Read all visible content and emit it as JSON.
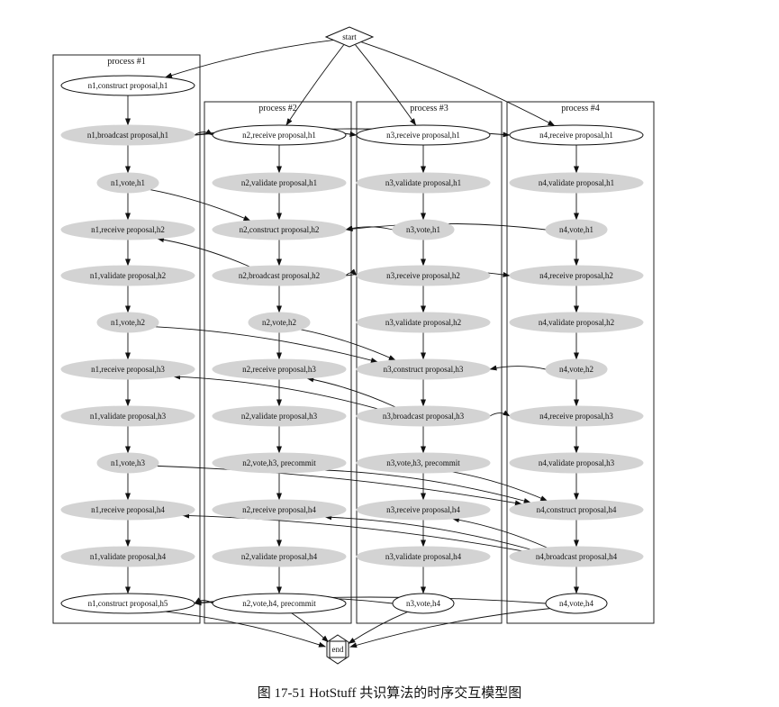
{
  "caption": "图 17-51    HotStuff 共识算法的时序交互模型图",
  "clusters": [
    {
      "id": "p1",
      "label": "process #1"
    },
    {
      "id": "p2",
      "label": "process #2"
    },
    {
      "id": "p3",
      "label": "process #3"
    },
    {
      "id": "p4",
      "label": "process #4"
    }
  ],
  "nodes": [
    {
      "id": "start",
      "label": "start",
      "shape": "diamond"
    },
    {
      "id": "end",
      "label": "end",
      "shape": "box"
    },
    {
      "id": "n1c1",
      "label": "n1,construct proposal,h1",
      "style": "outline"
    },
    {
      "id": "n1b1",
      "label": "n1,broadcast proposal,h1",
      "style": "filled"
    },
    {
      "id": "n1v1",
      "label": "n1,vote,h1",
      "style": "filled"
    },
    {
      "id": "n1r2",
      "label": "n1,receive proposal,h2",
      "style": "filled"
    },
    {
      "id": "n1val2",
      "label": "n1,validate proposal,h2",
      "style": "filled"
    },
    {
      "id": "n1v2",
      "label": "n1,vote,h2",
      "style": "filled"
    },
    {
      "id": "n1r3",
      "label": "n1,receive proposal,h3",
      "style": "filled"
    },
    {
      "id": "n1val3",
      "label": "n1,validate proposal,h3",
      "style": "filled"
    },
    {
      "id": "n1v3",
      "label": "n1,vote,h3",
      "style": "filled"
    },
    {
      "id": "n1r4",
      "label": "n1,receive proposal,h4",
      "style": "filled"
    },
    {
      "id": "n1val4",
      "label": "n1,validate proposal,h4",
      "style": "filled"
    },
    {
      "id": "n1c5",
      "label": "n1,construct proposal,h5",
      "style": "outline"
    },
    {
      "id": "n2r1",
      "label": "n2,receive proposal,h1",
      "style": "outline"
    },
    {
      "id": "n2val1",
      "label": "n2,validate proposal,h1",
      "style": "filled"
    },
    {
      "id": "n2c2",
      "label": "n2,construct proposal,h2",
      "style": "filled"
    },
    {
      "id": "n2b2",
      "label": "n2,broadcast proposal,h2",
      "style": "filled"
    },
    {
      "id": "n2v2",
      "label": "n2,vote,h2",
      "style": "filled"
    },
    {
      "id": "n2r3",
      "label": "n2,receive proposal,h3",
      "style": "filled"
    },
    {
      "id": "n2val3",
      "label": "n2,validate proposal,h3",
      "style": "filled"
    },
    {
      "id": "n2v3",
      "label": "n2,vote,h3, precommit",
      "style": "filled"
    },
    {
      "id": "n2r4",
      "label": "n2,receive proposal,h4",
      "style": "filled"
    },
    {
      "id": "n2val4",
      "label": "n2,validate proposal,h4",
      "style": "filled"
    },
    {
      "id": "n2v4",
      "label": "n2,vote,h4, precommit",
      "style": "outline"
    },
    {
      "id": "n3r1",
      "label": "n3,receive proposal,h1",
      "style": "outline"
    },
    {
      "id": "n3val1",
      "label": "n3,validate proposal,h1",
      "style": "filled"
    },
    {
      "id": "n3v1",
      "label": "n3,vote,h1",
      "style": "filled"
    },
    {
      "id": "n3r2",
      "label": "n3,receive proposal,h2",
      "style": "filled"
    },
    {
      "id": "n3val2",
      "label": "n3,validate proposal,h2",
      "style": "filled"
    },
    {
      "id": "n3c3",
      "label": "n3,construct proposal,h3",
      "style": "filled"
    },
    {
      "id": "n3b3",
      "label": "n3,broadcast proposal,h3",
      "style": "filled"
    },
    {
      "id": "n3v3",
      "label": "n3,vote,h3, precommit",
      "style": "filled"
    },
    {
      "id": "n3r4",
      "label": "n3,receive proposal,h4",
      "style": "filled"
    },
    {
      "id": "n3val4",
      "label": "n3,validate proposal,h4",
      "style": "filled"
    },
    {
      "id": "n3v4",
      "label": "n3,vote,h4",
      "style": "outline"
    },
    {
      "id": "n4r1",
      "label": "n4,receive proposal,h1",
      "style": "outline"
    },
    {
      "id": "n4val1",
      "label": "n4,validate proposal,h1",
      "style": "filled"
    },
    {
      "id": "n4v1",
      "label": "n4,vote,h1",
      "style": "filled"
    },
    {
      "id": "n4r2",
      "label": "n4,receive proposal,h2",
      "style": "filled"
    },
    {
      "id": "n4val2",
      "label": "n4,validate proposal,h2",
      "style": "filled"
    },
    {
      "id": "n4v2",
      "label": "n4,vote,h2",
      "style": "filled"
    },
    {
      "id": "n4r3",
      "label": "n4,receive proposal,h3",
      "style": "filled"
    },
    {
      "id": "n4val3",
      "label": "n4,validate proposal,h3",
      "style": "filled"
    },
    {
      "id": "n4c4",
      "label": "n4,construct proposal,h4",
      "style": "filled"
    },
    {
      "id": "n4b4",
      "label": "n4,broadcast proposal,h4",
      "style": "filled"
    },
    {
      "id": "n4v4",
      "label": "n4,vote,h4",
      "style": "outline"
    }
  ],
  "edges": [
    [
      "start",
      "n1c1"
    ],
    [
      "start",
      "n2r1"
    ],
    [
      "start",
      "n3r1"
    ],
    [
      "start",
      "n4r1"
    ],
    [
      "n1c1",
      "n1b1"
    ],
    [
      "n1b1",
      "n1v1"
    ],
    [
      "n1v1",
      "n1r2"
    ],
    [
      "n1r2",
      "n1val2"
    ],
    [
      "n1val2",
      "n1v2"
    ],
    [
      "n1v2",
      "n1r3"
    ],
    [
      "n1r3",
      "n1val3"
    ],
    [
      "n1val3",
      "n1v3"
    ],
    [
      "n1v3",
      "n1r4"
    ],
    [
      "n1r4",
      "n1val4"
    ],
    [
      "n1val4",
      "n1c5"
    ],
    [
      "n2r1",
      "n2val1"
    ],
    [
      "n2val1",
      "n2c2"
    ],
    [
      "n2c2",
      "n2b2"
    ],
    [
      "n2b2",
      "n2v2"
    ],
    [
      "n2v2",
      "n2r3"
    ],
    [
      "n2r3",
      "n2val3"
    ],
    [
      "n2val3",
      "n2v3"
    ],
    [
      "n2v3",
      "n2r4"
    ],
    [
      "n2r4",
      "n2val4"
    ],
    [
      "n2val4",
      "n2v4"
    ],
    [
      "n3r1",
      "n3val1"
    ],
    [
      "n3val1",
      "n3v1"
    ],
    [
      "n3v1",
      "n3r2"
    ],
    [
      "n3r2",
      "n3val2"
    ],
    [
      "n3val2",
      "n3c3"
    ],
    [
      "n3c3",
      "n3b3"
    ],
    [
      "n3b3",
      "n3v3"
    ],
    [
      "n3v3",
      "n3r4"
    ],
    [
      "n3r4",
      "n3val4"
    ],
    [
      "n3val4",
      "n3v4"
    ],
    [
      "n4r1",
      "n4val1"
    ],
    [
      "n4val1",
      "n4v1"
    ],
    [
      "n4v1",
      "n4r2"
    ],
    [
      "n4r2",
      "n4val2"
    ],
    [
      "n4val2",
      "n4v2"
    ],
    [
      "n4v2",
      "n4r3"
    ],
    [
      "n4r3",
      "n4val3"
    ],
    [
      "n4val3",
      "n4c4"
    ],
    [
      "n4c4",
      "n4b4"
    ],
    [
      "n4b4",
      "n4v4"
    ],
    [
      "n1b1",
      "n2r1"
    ],
    [
      "n1b1",
      "n3r1"
    ],
    [
      "n1b1",
      "n4r1"
    ],
    [
      "n1v1",
      "n2c2"
    ],
    [
      "n3v1",
      "n2c2"
    ],
    [
      "n4v1",
      "n2c2"
    ],
    [
      "n2b2",
      "n1r2"
    ],
    [
      "n2b2",
      "n3r2"
    ],
    [
      "n2b2",
      "n4r2"
    ],
    [
      "n1v2",
      "n3c3"
    ],
    [
      "n2v2",
      "n3c3"
    ],
    [
      "n4v2",
      "n3c3"
    ],
    [
      "n3b3",
      "n1r3"
    ],
    [
      "n3b3",
      "n2r3"
    ],
    [
      "n3b3",
      "n4r3"
    ],
    [
      "n1v3",
      "n4c4"
    ],
    [
      "n2v3",
      "n4c4"
    ],
    [
      "n3v3",
      "n4c4"
    ],
    [
      "n4b4",
      "n1r4"
    ],
    [
      "n4b4",
      "n2r4"
    ],
    [
      "n4b4",
      "n3r4"
    ],
    [
      "n2v4",
      "n1c5"
    ],
    [
      "n3v4",
      "n1c5"
    ],
    [
      "n4v4",
      "n1c5"
    ],
    [
      "n1c5",
      "end"
    ],
    [
      "n2v4",
      "end"
    ],
    [
      "n3v4",
      "end"
    ],
    [
      "n4v4",
      "end"
    ]
  ]
}
